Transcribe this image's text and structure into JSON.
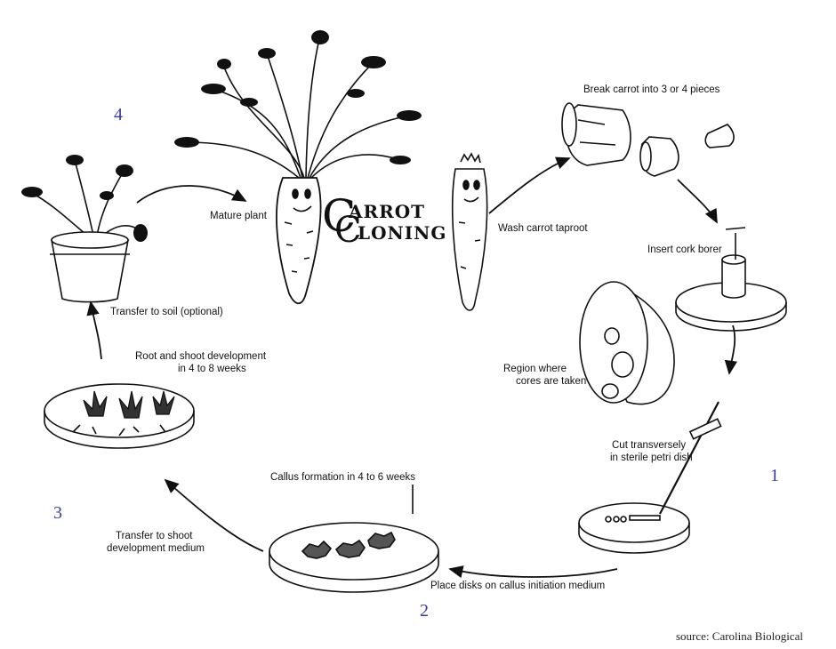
{
  "title": {
    "c1": "C",
    "line1": "ARROT",
    "c2": "C",
    "line2": "LONING"
  },
  "steps": [
    "1",
    "2",
    "3",
    "4"
  ],
  "labels": {
    "break": "Break carrot into 3 or 4 pieces",
    "wash": "Wash carrot taproot",
    "insert": "Insert cork borer",
    "region": [
      "Region where",
      "cores are taken"
    ],
    "cut": [
      "Cut transversely",
      "in sterile petri dish"
    ],
    "place": "Place disks on callus initiation medium",
    "callus": "Callus formation in 4 to 6 weeks",
    "shoot": [
      "Transfer to shoot",
      "development medium"
    ],
    "root": [
      "Root and shoot development",
      "in 4 to 8 weeks"
    ],
    "soil": "Transfer to soil (optional)",
    "mature": "Mature plant"
  },
  "source": "source: Carolina Biological",
  "colors": {
    "step_number": "#3a3aa8",
    "ink": "#111111"
  }
}
